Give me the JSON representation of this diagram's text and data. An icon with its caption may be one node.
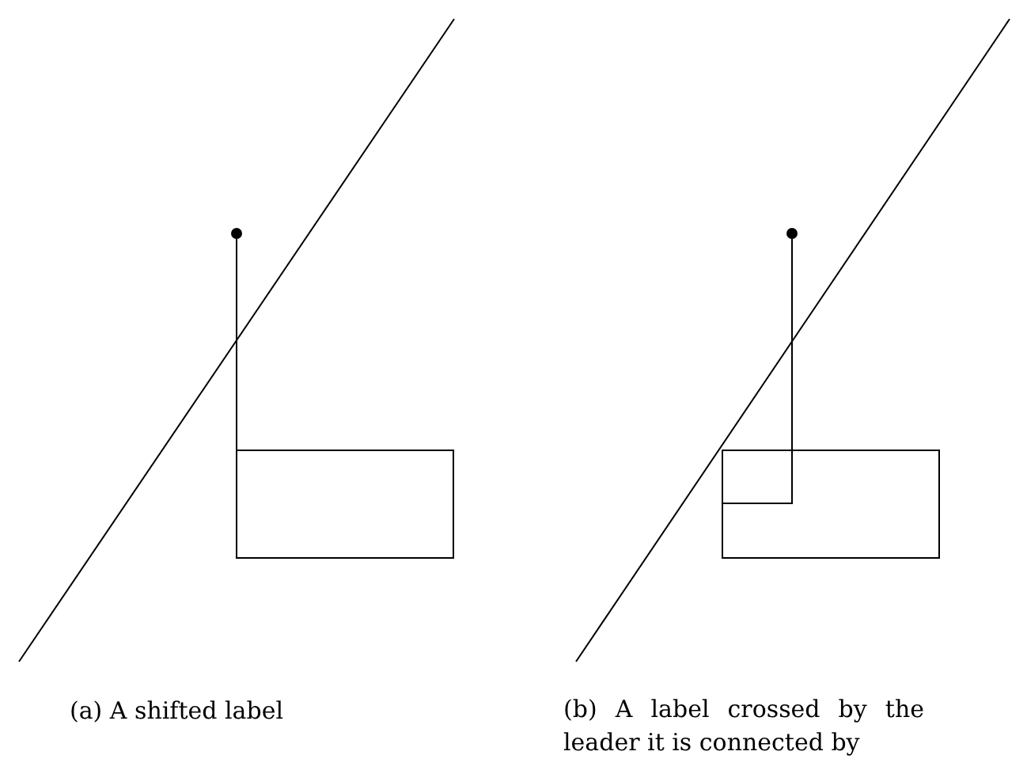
{
  "diagram": {
    "nodes": [
      {
        "text": [],
        "shape": "circle"
      },
      {
        "text": [],
        "shape": "box"
      },
      {
        "text": [],
        "shape": "circle"
      },
      {
        "text": [],
        "shape": "box"
      }
    ],
    "edges": [
      {
        "from": 1,
        "to": 0,
        "arrow": "none"
      },
      {
        "from": 3,
        "to": 2,
        "arrow": "none"
      }
    ],
    "labels": [
      "(a) A shifted label",
      "(b) A label crossed by the leader it is connected by"
    ]
  }
}
